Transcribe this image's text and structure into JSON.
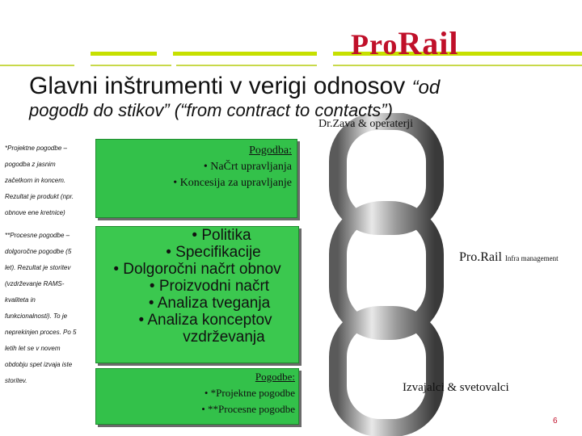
{
  "logo": {
    "part1": "Pro",
    "part2": "Rail"
  },
  "title": {
    "line1": "Glavni inštrumenti v verigi odnosov",
    "line1_tail": "“od",
    "line2": "pogodb do stikov” (“from contract to contacts”)"
  },
  "labels": {
    "top_right": "Dr.Zava & operaterji",
    "mid_right_main": "Pro.Rail",
    "mid_right_small": "Infra management",
    "bottom_right": "Izvajalci & svetovalci"
  },
  "notes": {
    "projektne": [
      "*Projektne pogodbe –",
      "pogodba z jasnim",
      "začetkom in koncem.",
      "Rezultat je produkt (npr.",
      "obnove ene kretnice)"
    ],
    "procesne": [
      "**Procesne pogodbe –",
      "dolgoročne pogodbe (5",
      "let). Rezultat je storitev",
      "(vzdrževanje RAMS-",
      "kvaliteta in",
      "funkcionalnosti). To je",
      "neprekinjen proces. Po 5",
      "letih let se v novem",
      "obdobju spet izvaja iste",
      "storitev."
    ]
  },
  "box_top": {
    "heading": "Pogodba:",
    "items": [
      "• NaČrt upravljanja",
      "• Koncesija za upravljanje"
    ]
  },
  "box_center": {
    "items": [
      "• Politika",
      "• Specifikacije",
      "• Dolgoročni načrt obnov",
      "• Proizvodni načrt",
      "• Analiza tveganja",
      "• Analiza konceptov",
      "vzdrževanja"
    ]
  },
  "box_bottom": {
    "heading": "Pogodbe:",
    "items": [
      "• *Projektne pogodbe",
      "• **Procesne pogodbe"
    ]
  },
  "page_number": "6",
  "colors": {
    "accent_red": "#c0102a",
    "line_green": "#c6e000",
    "box_green": "#33c14a"
  }
}
